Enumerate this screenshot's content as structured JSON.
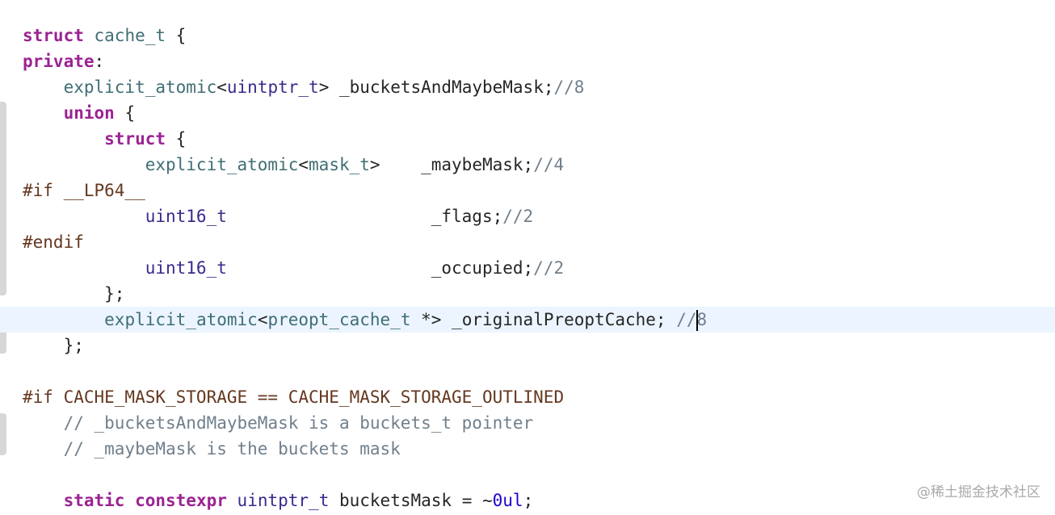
{
  "editor": {
    "lines": [
      [
        {
          "t": "struct",
          "c": "kw"
        },
        {
          "t": " "
        },
        {
          "t": "cache_t",
          "c": "tpl"
        },
        {
          "t": " {"
        }
      ],
      [
        {
          "t": "private",
          "c": "kw"
        },
        {
          "t": ":"
        }
      ],
      [
        {
          "t": "    "
        },
        {
          "t": "explicit_atomic",
          "c": "tpl"
        },
        {
          "t": "<"
        },
        {
          "t": "uintptr_t",
          "c": "tp2"
        },
        {
          "t": "> _bucketsAndMaybeMask;"
        },
        {
          "t": "//8",
          "c": "cm"
        }
      ],
      [
        {
          "t": "    "
        },
        {
          "t": "union",
          "c": "kw"
        },
        {
          "t": " {"
        }
      ],
      [
        {
          "t": "        "
        },
        {
          "t": "struct",
          "c": "kw"
        },
        {
          "t": " {"
        }
      ],
      [
        {
          "t": "            "
        },
        {
          "t": "explicit_atomic",
          "c": "tpl"
        },
        {
          "t": "<"
        },
        {
          "t": "mask_t",
          "c": "tpl"
        },
        {
          "t": ">    _maybeMask;"
        },
        {
          "t": "//4",
          "c": "cm"
        }
      ],
      [
        {
          "t": "#if __LP64__",
          "c": "pp"
        }
      ],
      [
        {
          "t": "            "
        },
        {
          "t": "uint16_t",
          "c": "tp2"
        },
        {
          "t": "                    _flags;"
        },
        {
          "t": "//2",
          "c": "cm"
        }
      ],
      [
        {
          "t": "#endif",
          "c": "pp"
        }
      ],
      [
        {
          "t": "            "
        },
        {
          "t": "uint16_t",
          "c": "tp2"
        },
        {
          "t": "                    _occupied;"
        },
        {
          "t": "//2",
          "c": "cm"
        }
      ],
      [
        {
          "t": "        };"
        }
      ],
      [
        {
          "t": "        "
        },
        {
          "t": "explicit_atomic",
          "c": "tpl"
        },
        {
          "t": "<"
        },
        {
          "t": "preopt_cache_t",
          "c": "tpl"
        },
        {
          "t": " *> _originalPreoptCache; "
        },
        {
          "t": "//",
          "c": "cm"
        },
        {
          "caret": true
        },
        {
          "t": "8",
          "c": "cm"
        }
      ],
      [
        {
          "t": "    };"
        }
      ],
      [
        {
          "t": ""
        }
      ],
      [
        {
          "t": "#if CACHE_MASK_STORAGE == CACHE_MASK_STORAGE_OUTLINED",
          "c": "pp"
        }
      ],
      [
        {
          "t": "    "
        },
        {
          "t": "// _bucketsAndMaybeMask is a buckets_t pointer",
          "c": "cm"
        }
      ],
      [
        {
          "t": "    "
        },
        {
          "t": "// _maybeMask is the buckets mask",
          "c": "cm"
        }
      ],
      [
        {
          "t": ""
        }
      ],
      [
        {
          "t": "    "
        },
        {
          "t": "static",
          "c": "kw"
        },
        {
          "t": " "
        },
        {
          "t": "constexpr",
          "c": "kw"
        },
        {
          "t": " "
        },
        {
          "t": "uintptr_t",
          "c": "tp2"
        },
        {
          "t": " bucketsMask = ~"
        },
        {
          "t": "0ul",
          "c": "num"
        },
        {
          "t": ";"
        }
      ]
    ],
    "current_line": 11,
    "code_colors": {
      "keyword": "#9b2393",
      "type": "#3e8087",
      "system_type": "#392a8c",
      "preprocessor": "#643820",
      "comment": "#707f8c",
      "number": "#1c00cf",
      "current_line_bg": "#ecf5ff"
    }
  },
  "watermark": {
    "text": "@稀土掘金技术社区"
  }
}
